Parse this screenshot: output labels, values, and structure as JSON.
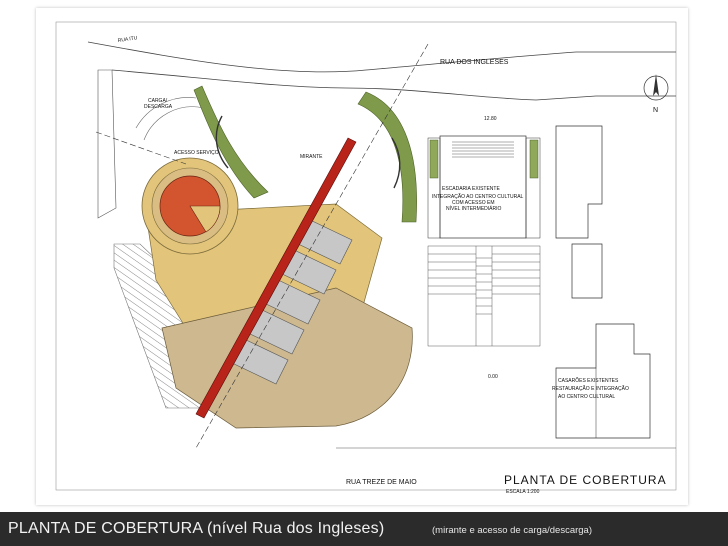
{
  "caption": {
    "main": "PLANTA  DE COBERTURA (nível Rua dos Ingleses)",
    "sub": "(mirante e acesso de carga/descarga)"
  },
  "plan": {
    "street_top": "RUA DOS INGLESES",
    "street_bottom": "RUA TREZE DE MAIO",
    "sheet_title": "PLANTA DE COBERTURA",
    "scale": "ESCALA 1:200",
    "north_label": "N",
    "labels": {
      "carga_1": "CARGA/",
      "carga_2": "DESCARGA",
      "acesso_servico": "ACESSO SERVIÇO",
      "mirante": "MIRANTE",
      "escadaria_1": "ESCADARIA EXISTENTE",
      "escadaria_2": "INTEGRAÇÃO AO CENTRO CULTURAL",
      "escadaria_3": "COM ACESSO EM",
      "escadaria_4": "NÍVEL INTERMEDIÁRIO",
      "casaroes_1": "CASARÕES EXISTENTES",
      "casaroes_2": "RESTAURAÇÃO E INTEGRAÇÃO",
      "casaroes_3": "AO CENTRO CULTURAL",
      "level_1280": "12.80",
      "level_000": "0.00",
      "road_top": "RUA ITU"
    }
  },
  "colors": {
    "roof_tan": "#e2c47a",
    "roof_brown": "#cdb88f",
    "red_beam": "#b8231a",
    "circle_red": "#d2552f",
    "green": "#7f9a4a",
    "grey_panel": "#c7c7c7",
    "caption_bg": "#2b2b2b"
  }
}
